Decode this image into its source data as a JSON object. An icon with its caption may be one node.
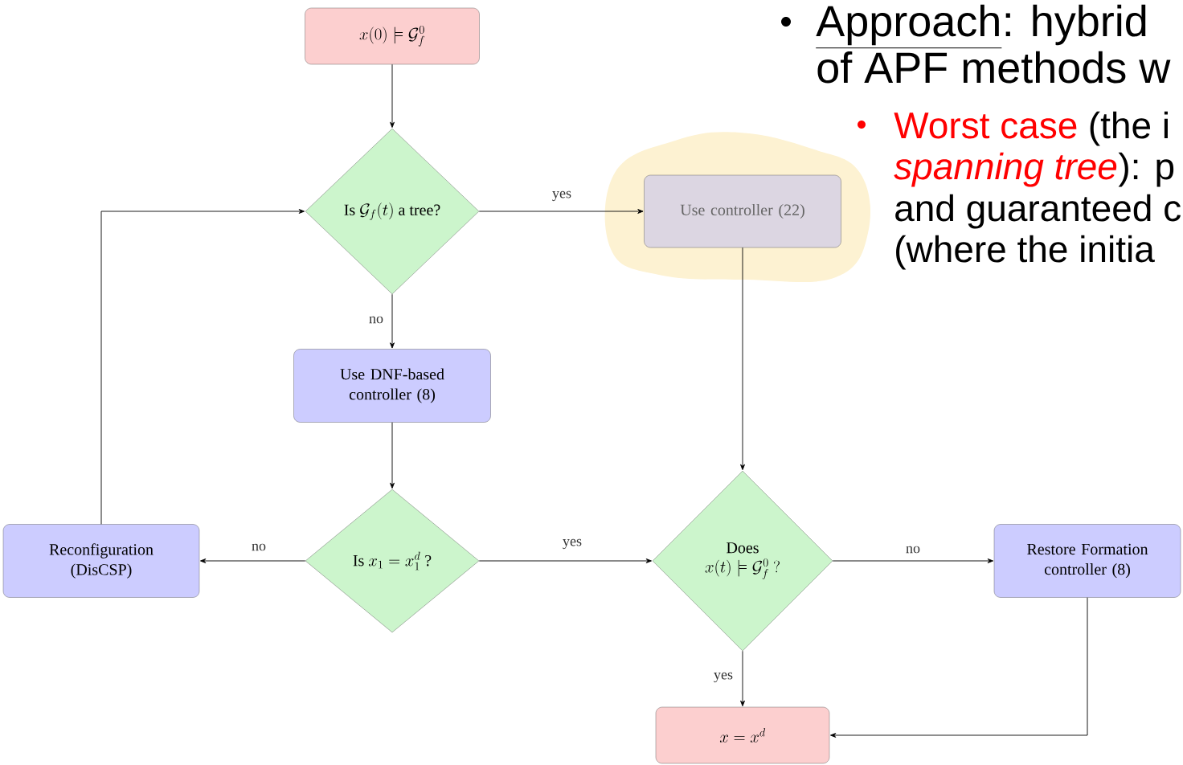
{
  "diagram": {
    "nodes": [
      {
        "text": [
          "x(0) \\models \\mathcal{G}_f^0"
        ]
      },
      {
        "text": [
          "\\text{Is } \\mathcal{G}_f(t) \\text{ a tree?}"
        ]
      },
      {
        "text": [
          "Use controller (22)"
        ]
      },
      {
        "text": [
          "Use DNF-based controller (8)"
        ]
      },
      {
        "text": [
          "\\text{Is } x_1 = x_1^d \\text{ ?}"
        ]
      },
      {
        "text": [
          "Reconfiguration (DisCSP)"
        ]
      },
      {
        "text": [
          "Does",
          "x(t) \\models \\mathcal{G}_f^0 \\ ?"
        ]
      },
      {
        "text": [
          "Restore Formation controller (8)"
        ]
      },
      {
        "text": [
          "x = x^d"
        ]
      }
    ],
    "edges": [
      {
        "from": 0,
        "to": 1,
        "arrow": "to"
      },
      {
        "from": 1,
        "to": 2,
        "arrow": "to",
        "label": "yes"
      },
      {
        "from": 1,
        "to": 3,
        "arrow": "to",
        "label": "no"
      },
      {
        "from": 3,
        "to": 4,
        "arrow": "to"
      },
      {
        "from": 4,
        "to": 5,
        "arrow": "to",
        "label": "no"
      },
      {
        "from": 5,
        "to": 1,
        "arrow": "to"
      },
      {
        "from": 4,
        "to": 6,
        "arrow": "to",
        "label": "yes"
      },
      {
        "from": 2,
        "to": 6,
        "arrow": "to"
      },
      {
        "from": 6,
        "to": 7,
        "arrow": "to",
        "label": "no"
      },
      {
        "from": 6,
        "to": 8,
        "arrow": "to",
        "label": "yes"
      },
      {
        "from": 7,
        "to": 8,
        "arrow": "to"
      }
    ],
    "labels": [
      "Approach",
      ": hybrid",
      "of APF methods w",
      "Worst case",
      "(the i",
      "spanning tree",
      "): p",
      "and guaranteed c",
      "(where the initia"
    ]
  }
}
